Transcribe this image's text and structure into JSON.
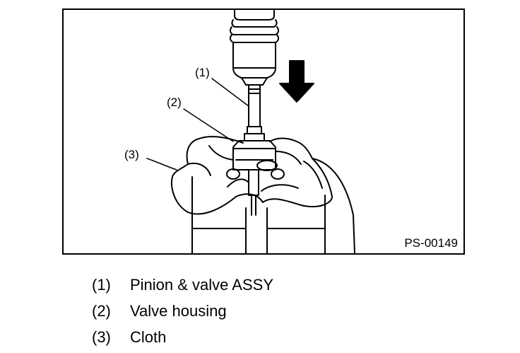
{
  "figure": {
    "code": "PS-00149",
    "callouts": [
      "(1)",
      "(2)",
      "(3)"
    ]
  },
  "legend": [
    {
      "number": "(1)",
      "text": "Pinion & valve ASSY"
    },
    {
      "number": "(2)",
      "text": "Valve housing"
    },
    {
      "number": "(3)",
      "text": "Cloth"
    }
  ]
}
